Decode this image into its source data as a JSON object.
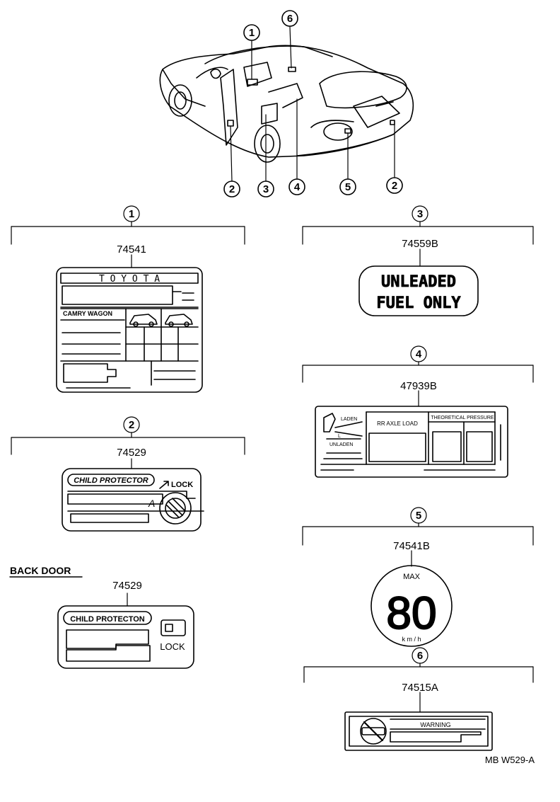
{
  "callouts": {
    "c1": "1",
    "c2": "2",
    "c3": "3",
    "c4": "4",
    "c5": "5",
    "c6": "6"
  },
  "parts": {
    "p1": "74541",
    "p2": "74529",
    "p2b": "74529",
    "p3": "74559B",
    "p4": "47939B",
    "p5": "74541B",
    "p6": "74515A"
  },
  "label1": {
    "brand": "T  O  Y  O  T  A",
    "model": "CAMRY   WAGON"
  },
  "label2": {
    "title": "CHILD PROTECTOR",
    "lock": "LOCK",
    "mark": "A"
  },
  "back_door": {
    "heading": "BACK DOOR",
    "title": "CHILD PROTECTON",
    "lock": "LOCK"
  },
  "label3": {
    "line1": "UNLEADED",
    "line2": "FUEL  ONLY"
  },
  "label4": {
    "laden": "LADEN",
    "unladen": "UNLADEN",
    "l_mark": "L",
    "axle": "RR AXLE LOAD",
    "pressure": "THEORETICAL PRESSURE"
  },
  "label5": {
    "max": "MAX",
    "speed": "80",
    "unit": "k m / h"
  },
  "label6": {
    "warning": "WARNING"
  },
  "footer": {
    "code": "MB W529-A"
  }
}
